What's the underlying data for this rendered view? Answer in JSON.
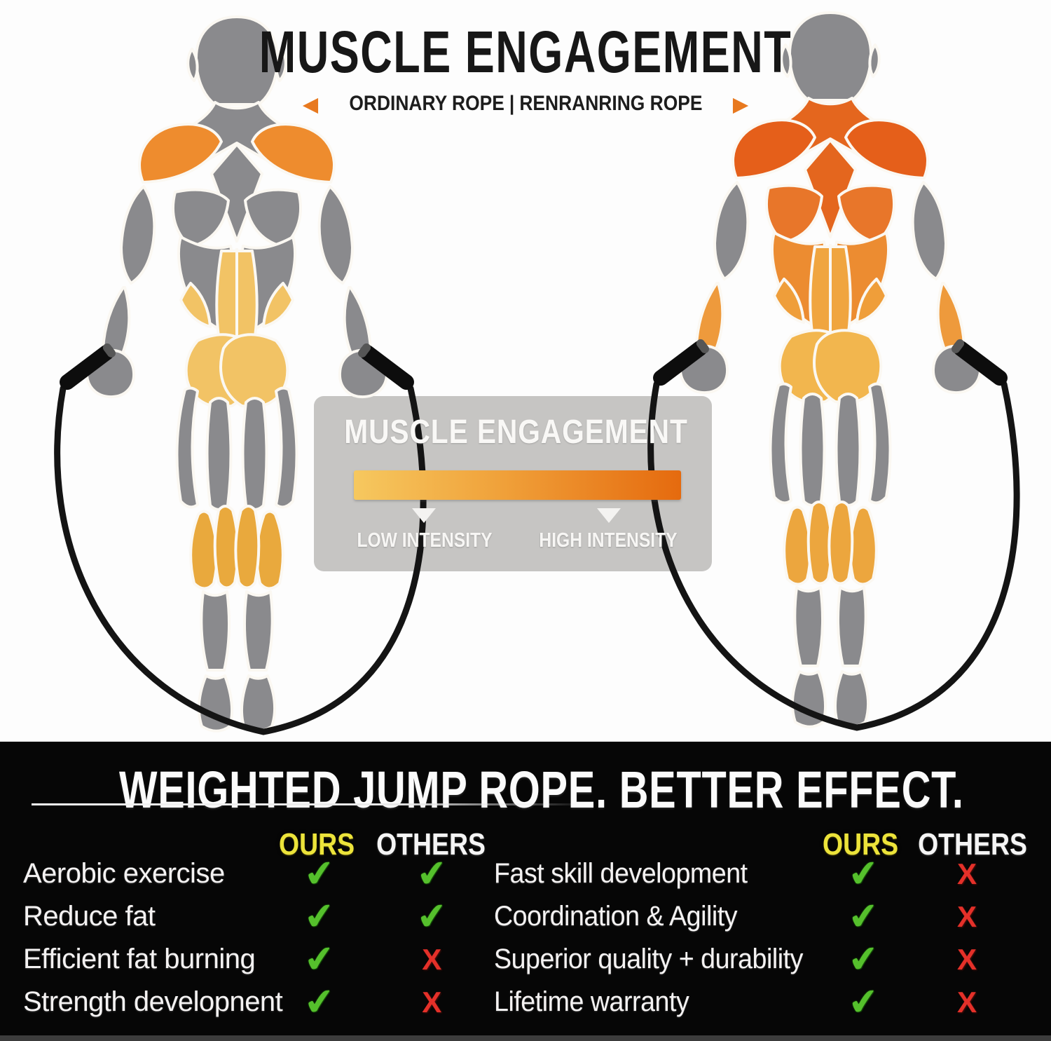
{
  "header": {
    "title": "MUSCLE ENGAGEMENT",
    "legend_left_arrow": "◀",
    "legend_text_left": "ORDINARY ROPE",
    "legend_separator": "|",
    "legend_text_right": "RENRANRING ROPE",
    "legend_right_arrow": "▶"
  },
  "intensity_panel": {
    "title": "MUSCLE ENGAGEMENT",
    "low_label": "LOW INTENSITY",
    "high_label": "HIGH INTENSITY"
  },
  "colors": {
    "accent_orange": "#e8791f",
    "bar_gradient_start": "#f6c85f",
    "bar_gradient_end": "#e56a0e",
    "panel_gray": "#c6c5c3",
    "body_gray": "#8a8a8d",
    "muscle_orange": "#ee8c2e",
    "muscle_yellow": "#f2c365",
    "muscle_deep_orange": "#e4661e",
    "muscle_calf_gold": "#e9a93d",
    "rope_black": "#141414",
    "check_green": "#55c02c",
    "cross_red": "#e43029",
    "ours_yellow": "#ece33a"
  },
  "comparison": {
    "title": "WEIGHTED JUMP ROPE. BETTER EFFECT.",
    "col_ours": "OURS",
    "col_others": "OTHERS",
    "marks": {
      "check": "✔",
      "cross": "X"
    },
    "left_rows": [
      {
        "label": "Aerobic exercise",
        "ours": "check",
        "others": "check"
      },
      {
        "label": "Reduce fat",
        "ours": "check",
        "others": "check"
      },
      {
        "label": "Efficient fat burning",
        "ours": "check",
        "others": "cross"
      },
      {
        "label": "Strength developnent",
        "ours": "check",
        "others": "cross"
      }
    ],
    "right_rows": [
      {
        "label": "Fast skill development",
        "ours": "check",
        "others": "cross"
      },
      {
        "label": "Coordination & Agility",
        "ours": "check",
        "others": "cross"
      },
      {
        "label": "Superior quality + durability",
        "ours": "check",
        "others": "cross"
      },
      {
        "label": "Lifetime warranty",
        "ours": "check",
        "others": "cross"
      }
    ]
  }
}
